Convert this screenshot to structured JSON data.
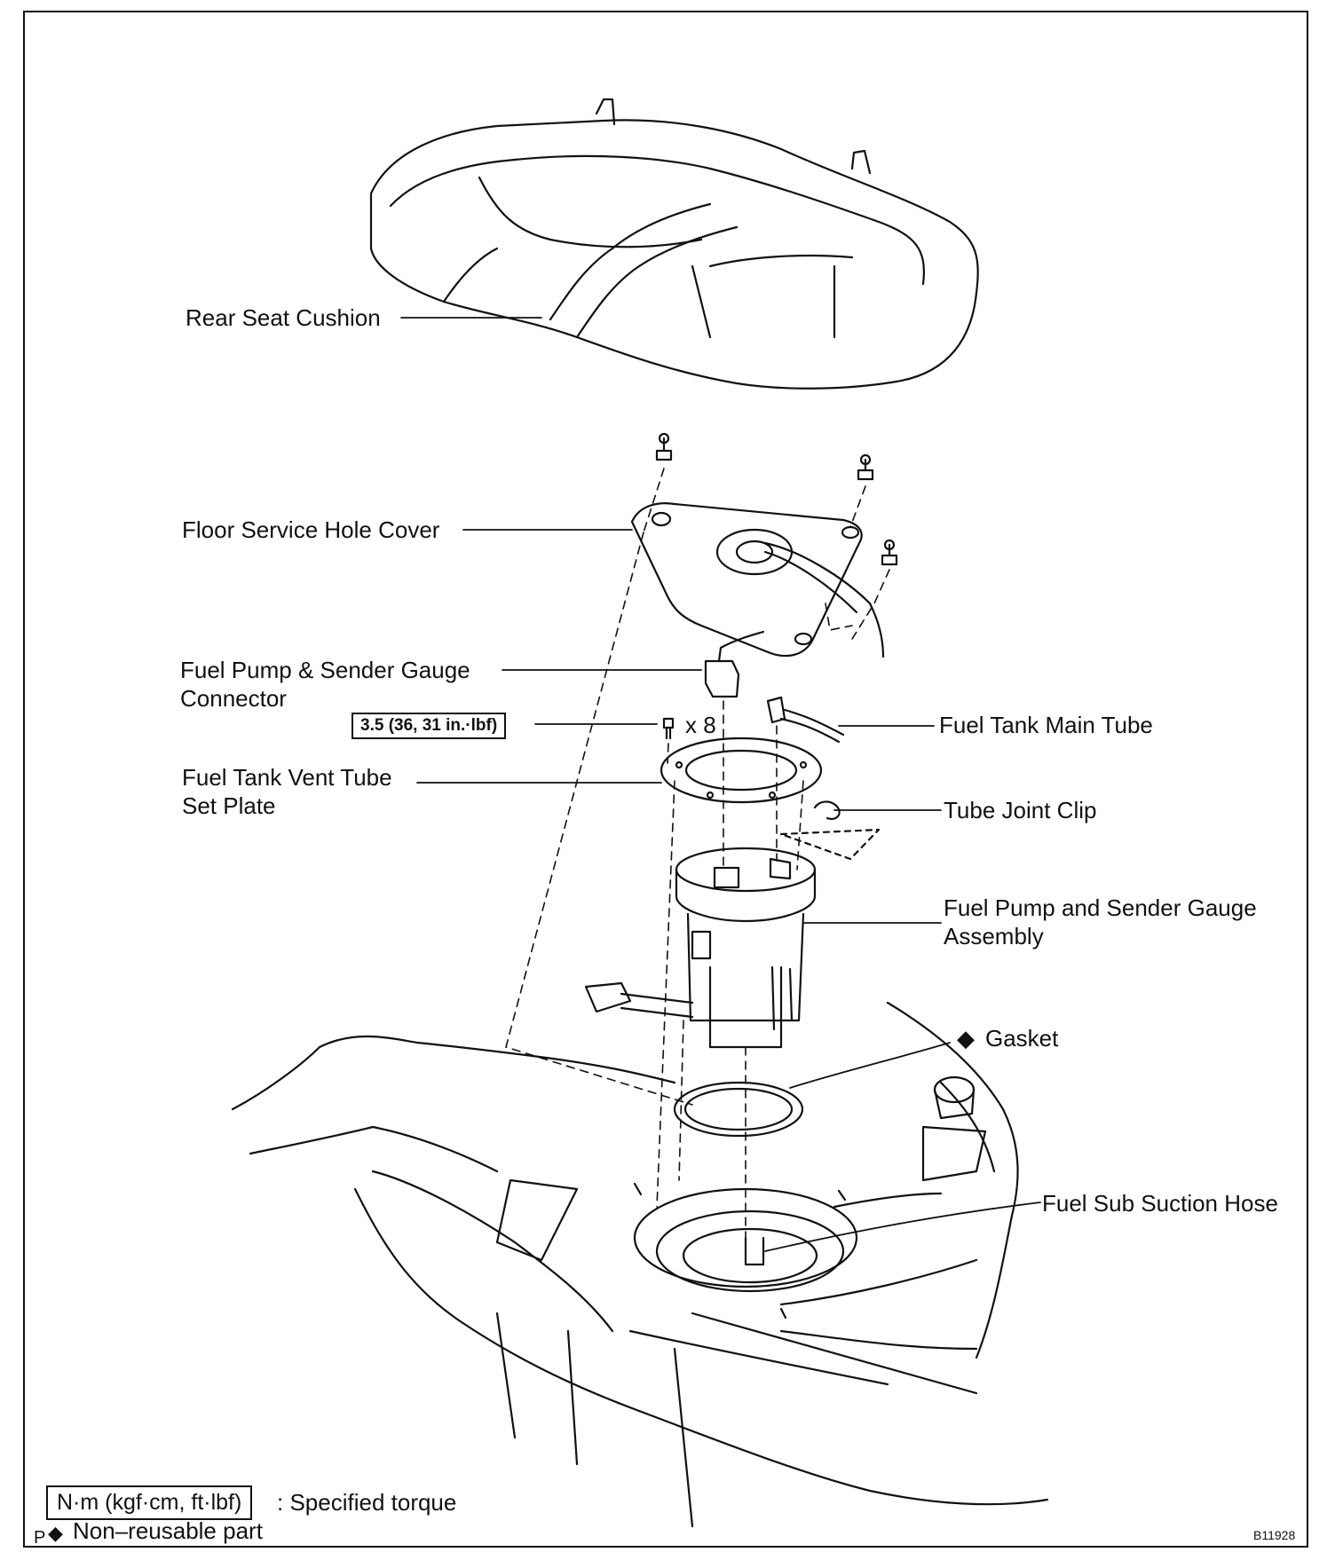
{
  "labels": {
    "rear_seat_cushion": "Rear Seat Cushion",
    "floor_service_hole_cover": "Floor Service Hole Cover",
    "connector_line1": "Fuel Pump & Sender Gauge",
    "connector_line2": "Connector",
    "fuel_tank_main_tube": "Fuel Tank Main Tube",
    "vent_tube_line1": "Fuel Tank Vent Tube",
    "vent_tube_line2": "Set Plate",
    "tube_joint_clip": "Tube Joint Clip",
    "pump_assembly_line1": "Fuel Pump and Sender Gauge",
    "pump_assembly_line2": "Assembly",
    "gasket": "Gasket",
    "fuel_sub_suction_hose": "Fuel Sub Suction Hose",
    "bolt_count": "x 8"
  },
  "torque_spec": "3.5 (36, 31 in.·lbf)",
  "legend": {
    "torque_unit_box": "N·m (kgf·cm, ft·lbf)",
    "torque_text": ": Specified torque",
    "non_reusable_text": "Non–reusable part",
    "non_reusable_symbol": "◆",
    "corner_mark": "P"
  },
  "figure_code": "B11928"
}
